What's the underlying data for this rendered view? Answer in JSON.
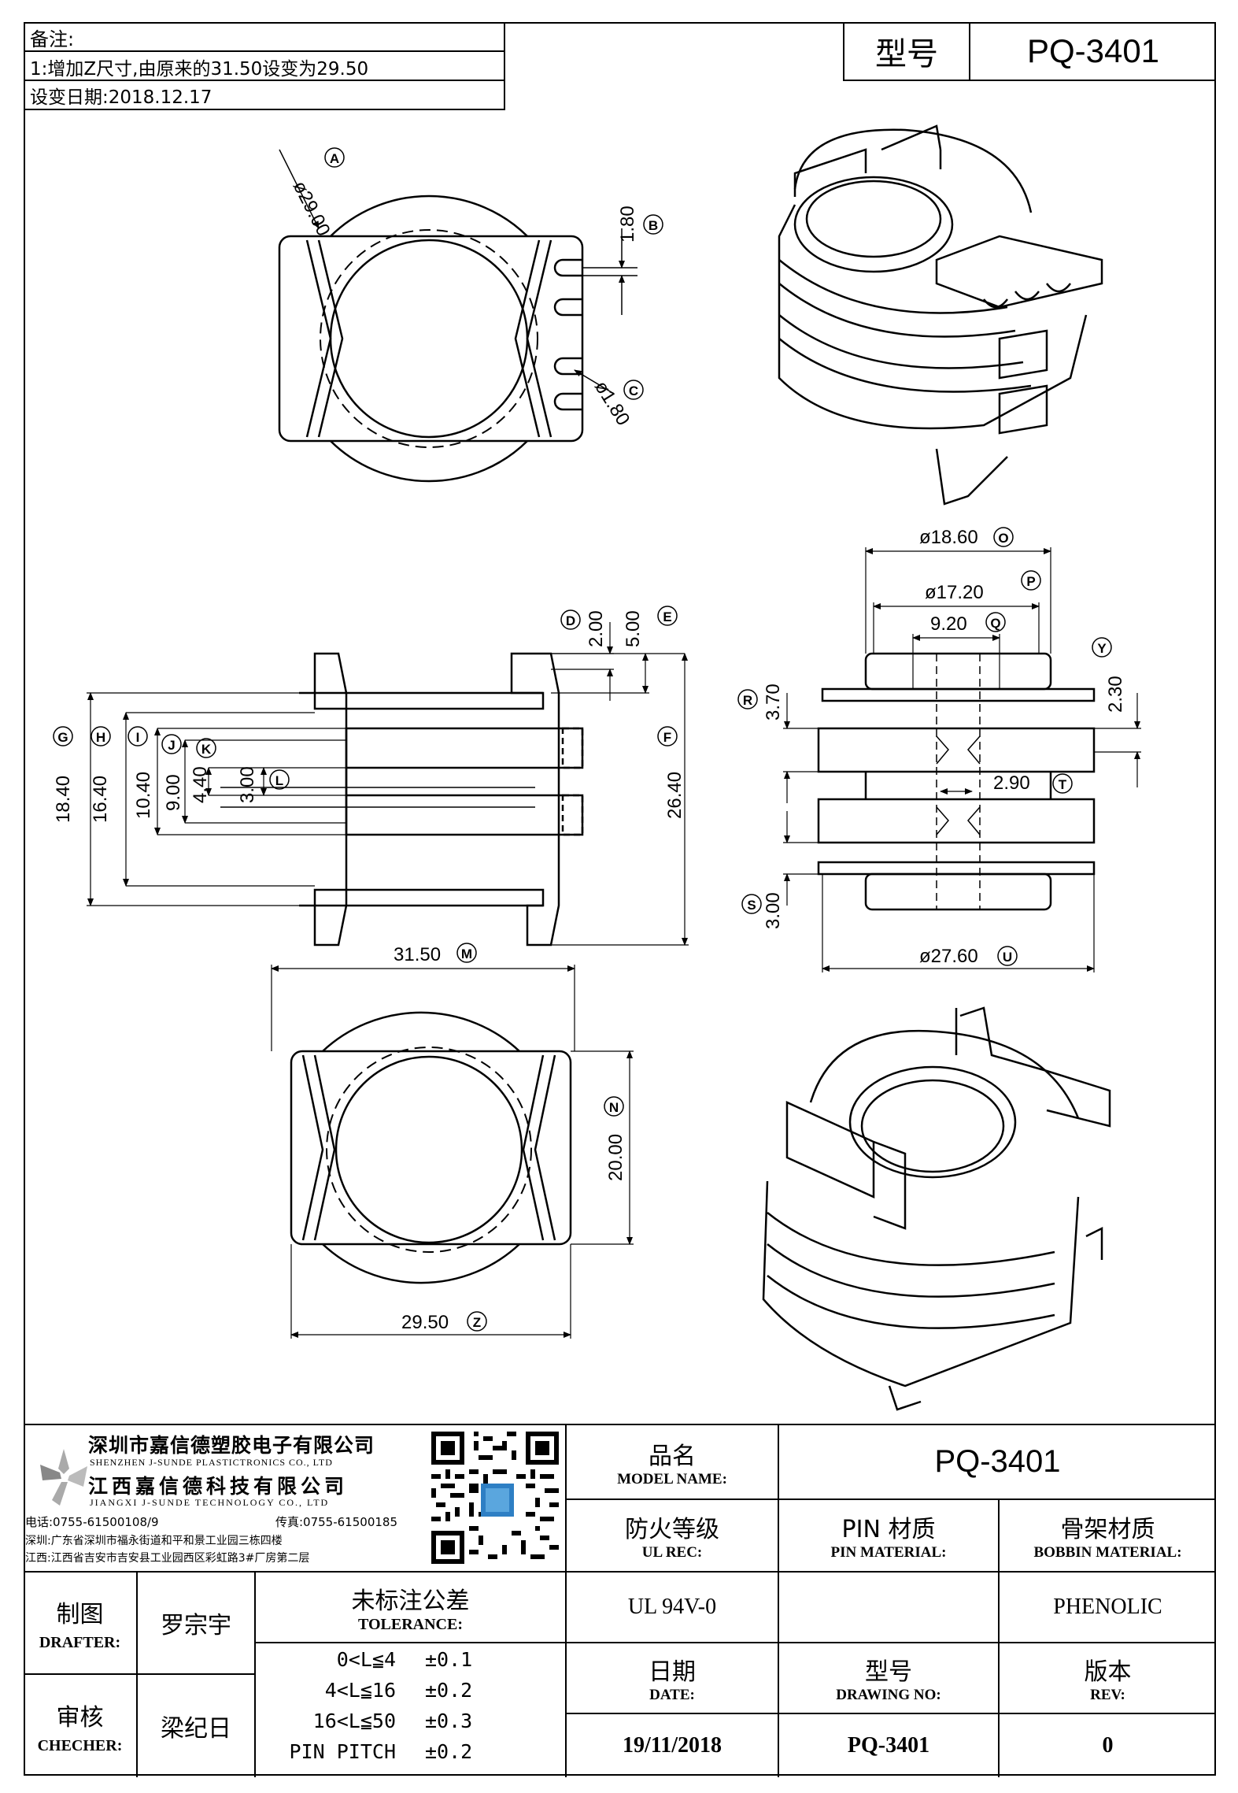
{
  "notes": {
    "heading": "备注:",
    "line1": "1:增加Z尺寸,由原来的31.50设变为29.50",
    "line2": "设变日期:2018.12.17"
  },
  "model_box": {
    "label": "型号",
    "value": "PQ-3401"
  },
  "dims": {
    "A": "ø29.00",
    "B": "1.80",
    "C": "ø1.80",
    "D": "2.00",
    "E": "5.00",
    "F": "26.40",
    "G": "18.40",
    "H": "16.40",
    "I": "10.40",
    "J": "9.00",
    "K": "4.40",
    "L": "3.00",
    "M": "31.50",
    "N": "20.00",
    "Z": "29.50",
    "O": "ø18.60",
    "P": "ø17.20",
    "Q": "9.20",
    "R": "3.70",
    "Y": "2.30",
    "T": "2.90",
    "S": "3.00",
    "U": "ø27.60"
  },
  "markers": {
    "A": "A",
    "B": "B",
    "C": "C",
    "D": "D",
    "E": "E",
    "F": "F",
    "G": "G",
    "H": "H",
    "I": "I",
    "J": "J",
    "K": "K",
    "L": "L",
    "M": "M",
    "N": "N",
    "Z": "Z",
    "O": "O",
    "P": "P",
    "Q": "Q",
    "R": "R",
    "Y": "Y",
    "T": "T",
    "S": "S",
    "U": "U"
  },
  "company": {
    "name_sz": "深圳市嘉信德塑胶电子有限公司",
    "name_sz_en": "SHENZHEN J-SUNDE PLASTICTRONICS CO., LTD",
    "name_jx": "江西嘉信德科技有限公司",
    "name_jx_en": "JIANGXI J-SUNDE TECHNOLOGY CO., LTD",
    "tel": "电话:0755-61500108/9",
    "fax": "传真:0755-61500185",
    "addr_sz": "深圳:广东省深圳市福永街道和平和景工业园三栋四楼",
    "addr_jx": "江西:江西省吉安市吉安县工业园西区彩虹路3#厂房第二层"
  },
  "title_block": {
    "model_name_cn": "品名",
    "model_name_en": "MODEL NAME:",
    "model_name_value": "PQ-3401",
    "ul_cn": "防火等级",
    "ul_en": "UL REC:",
    "ul_value": "UL 94V-0",
    "pin_cn": "PIN 材质",
    "pin_en": "PIN MATERIAL:",
    "pin_value": "",
    "bobbin_cn": "骨架材质",
    "bobbin_en": "BOBBIN MATERIAL:",
    "bobbin_value": "PHENOLIC",
    "drafter_cn": "制图",
    "drafter_en": "DRAFTER:",
    "drafter_value": "罗宗宇",
    "checker_cn": "审核",
    "checker_en": "CHECHER:",
    "checker_value": "梁纪日",
    "tol_cn": "未标注公差",
    "tol_en": "TOLERANCE:",
    "tol_rows": [
      {
        "range": "0<L≦4",
        "value": "±0.1"
      },
      {
        "range": "4<L≦16",
        "value": "±0.2"
      },
      {
        "range": "16<L≦50",
        "value": "±0.3"
      },
      {
        "range": "PIN PITCH",
        "value": "±0.2"
      }
    ],
    "date_cn": "日期",
    "date_en": "DATE:",
    "date_value": "19/11/2018",
    "drawing_cn": "型号",
    "drawing_en": "DRAWING NO:",
    "drawing_value": "PQ-3401",
    "rev_cn": "版本",
    "rev_en": "REV:",
    "rev_value": "0"
  }
}
